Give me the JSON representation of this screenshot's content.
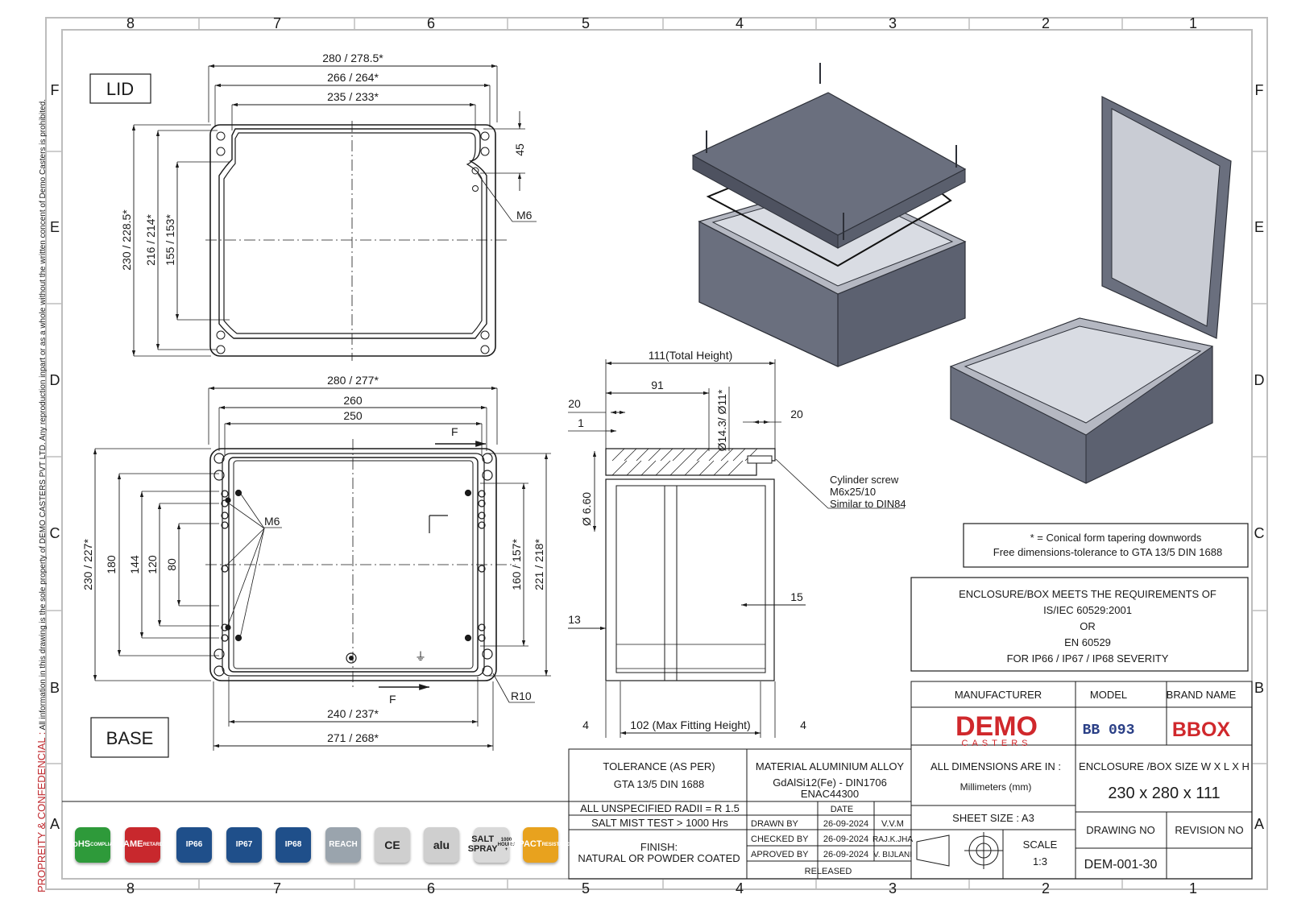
{
  "border": {
    "columns": [
      "8",
      "7",
      "6",
      "5",
      "4",
      "3",
      "2",
      "1"
    ],
    "rows": [
      "F",
      "E",
      "D",
      "C",
      "B",
      "A"
    ]
  },
  "side_note": {
    "prefix": "PROPREITY & CONFEDENCIAL :",
    "text": "All information in this drawing is the sole property of DEMO CASTERS PVT LTD. Any reproduction inpart or as a whole without the written concent of Demo Casters is prohibited."
  },
  "lid_view": {
    "label": "LID",
    "dims": {
      "outer_width": "280 / 278.5*",
      "mid_width": "266 / 264*",
      "inner_width": "235 / 233*",
      "outer_height": "230 / 228.5*",
      "mid_height": "216 / 214*",
      "inner_height": "155 / 153*",
      "offset": "45",
      "thread": "M6"
    }
  },
  "base_view": {
    "label": "BASE",
    "dims": {
      "outer_width": "280 / 277*",
      "w260": "260",
      "w250": "250",
      "section_mark": "F",
      "thread": "M6",
      "outer_height": "230  / 227*",
      "h180": "180",
      "h144": "144",
      "h120": "120",
      "h80": "80",
      "inner_height": "160 / 157*",
      "mid_height": "221 / 218*",
      "bottom_inner": "240 / 237*",
      "bottom_outer": "271 / 268*",
      "radius": "R10"
    }
  },
  "section_view": {
    "total_height": "111(Total Height)",
    "d91": "91",
    "d20a": "20",
    "d1": "1",
    "bore": "Ø14.3/ Ø11*",
    "d20b": "20",
    "d660": "Ø 6.60",
    "d13": "13",
    "d15": "15",
    "d4a": "4",
    "fitting": "102 (Max Fitting Height)",
    "d4b": "4",
    "screw_note": [
      "Cylinder screw",
      "M6x25/10",
      "Similar to DIN84"
    ]
  },
  "notes": {
    "conical": "* = Conical form tapering downwords",
    "tolerance_note": "Free dimensions-tolerance to GTA 13/5 DIN 1688",
    "requirements": [
      "ENCLOSURE/BOX MEETS THE REQUIREMENTS OF",
      "IS/IEC 60529:2001",
      "OR",
      "EN 60529",
      "FOR IP66 / IP67 / IP68 SEVERITY"
    ]
  },
  "title_block": {
    "manufacturer_label": "MANUFACTURER",
    "model_label": "MODEL",
    "brand_label": "BRAND NAME",
    "logo_main": "DEMO",
    "logo_sub": "CASTERS",
    "model_value": "BB 093",
    "brand_value": "BBOX",
    "tolerance_label": "TOLERANCE (AS PER)",
    "tolerance_value": "GTA 13/5 DIN 1688",
    "material_label": "MATERIAL ALUMINIUM ALLOY",
    "material_value": "GdAlSi12(Fe) - DIN1706",
    "material_value2": "ENAC44300",
    "dims_label": "ALL DIMENSIONS ARE IN :",
    "dims_value": "Millimeters (mm)",
    "size_label": "ENCLOSURE /BOX SIZE W X L X H",
    "size_value": "230 x 280 x 111",
    "radii": "ALL UNSPECIFIED RADII = R 1.5",
    "salt": "SALT MIST TEST > 1000 Hrs",
    "finish_label": "FINISH:",
    "finish_value": "NATURAL OR POWDER COATED",
    "date_label": "DATE",
    "drawn_label": "DRAWN BY",
    "drawn_date": "26-09-2024",
    "drawn_name": "V.V.M",
    "checked_label": "CHECKED BY",
    "checked_date": "26-09-2024",
    "checked_name": "RAJ.K.JHA",
    "approved_label": "APROVED BY",
    "approved_date": "26-09-2024",
    "approved_name": "V. BIJLANI",
    "released": "RELEASED",
    "sheet_size": "SHEET SIZE : A3",
    "scale_label": "SCALE",
    "scale_value": "1:3",
    "drawing_no_label": "DRAWING NO",
    "revision_no_label": "REVISION NO",
    "drawing_no_value": "DEM-001-30"
  },
  "badges": [
    {
      "icon": "rohs-badge-icon",
      "lines": [
        "RoHS",
        "COMPLIANT"
      ],
      "color": "#2e9a3a"
    },
    {
      "icon": "flame-badge-icon",
      "lines": [
        "FLAME",
        "RETARDANT"
      ],
      "color": "#c8282d"
    },
    {
      "icon": "ip66-badge-icon",
      "lines": [
        "IP66"
      ],
      "color": "#1f4f8a"
    },
    {
      "icon": "ip67-badge-icon",
      "lines": [
        "IP67"
      ],
      "color": "#1f4f8a"
    },
    {
      "icon": "ip68-badge-icon",
      "lines": [
        "IP68"
      ],
      "color": "#1f4f8a"
    },
    {
      "icon": "reach-badge-icon",
      "lines": [
        "REACH"
      ],
      "color": "#9aa4ad"
    },
    {
      "icon": "ce-badge-icon",
      "lines": [
        "CE"
      ],
      "color": "#cfcfcf"
    },
    {
      "icon": "alu-badge-icon",
      "lines": [
        "alu"
      ],
      "color": "#cfcfcf"
    },
    {
      "icon": "salt-spray-badge-icon",
      "lines": [
        "SALT SPRAY",
        "1000 HOURS +"
      ],
      "color": "#d9d9d9"
    },
    {
      "icon": "impact-resistance-badge-icon",
      "lines": [
        "IMPACT",
        "RESISTANCE"
      ],
      "color": "#e8a21e"
    }
  ],
  "colors": {
    "line": "#1a1a1a",
    "box_gray": "#5c6170",
    "box_top": "#6a6f7e",
    "brand_red": "#d0282c",
    "model_blue": "#2a3f86",
    "side_note_red": "#c0282d"
  }
}
